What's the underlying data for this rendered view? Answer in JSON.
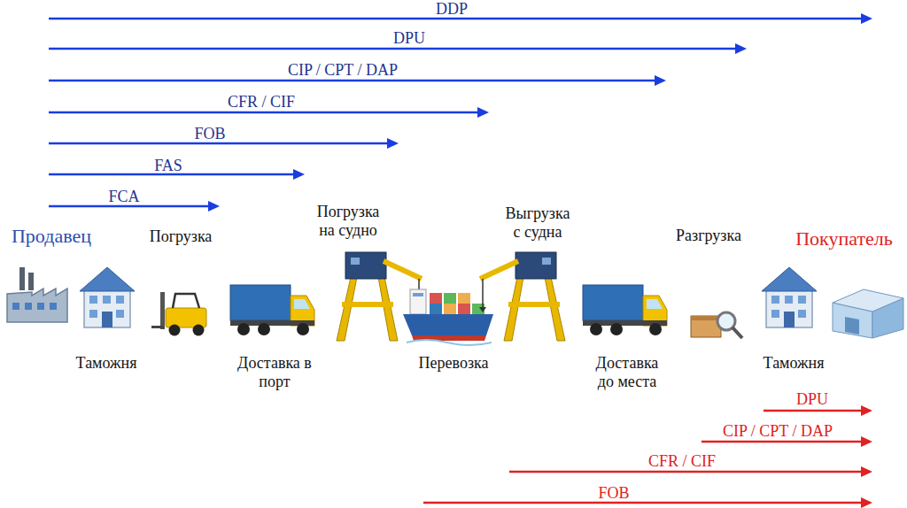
{
  "diagram": {
    "labels": [
      "DDP",
      "DPU",
      "CIP / CPT / DAP",
      "CFR / CIF",
      "FOB",
      "FAS",
      "FCA",
      "Продавец",
      "Погрузка",
      "Погрузка на судно",
      "Выгрузка с судна",
      "Разгрузка",
      "Покупатель",
      "Таможня",
      "Доставка в порт",
      "Перевозка",
      "Доставка до места",
      "Таможня",
      "DPU",
      "CIP / CPT / DAP",
      "CFR / CIF",
      "FOB"
    ]
  }
}
